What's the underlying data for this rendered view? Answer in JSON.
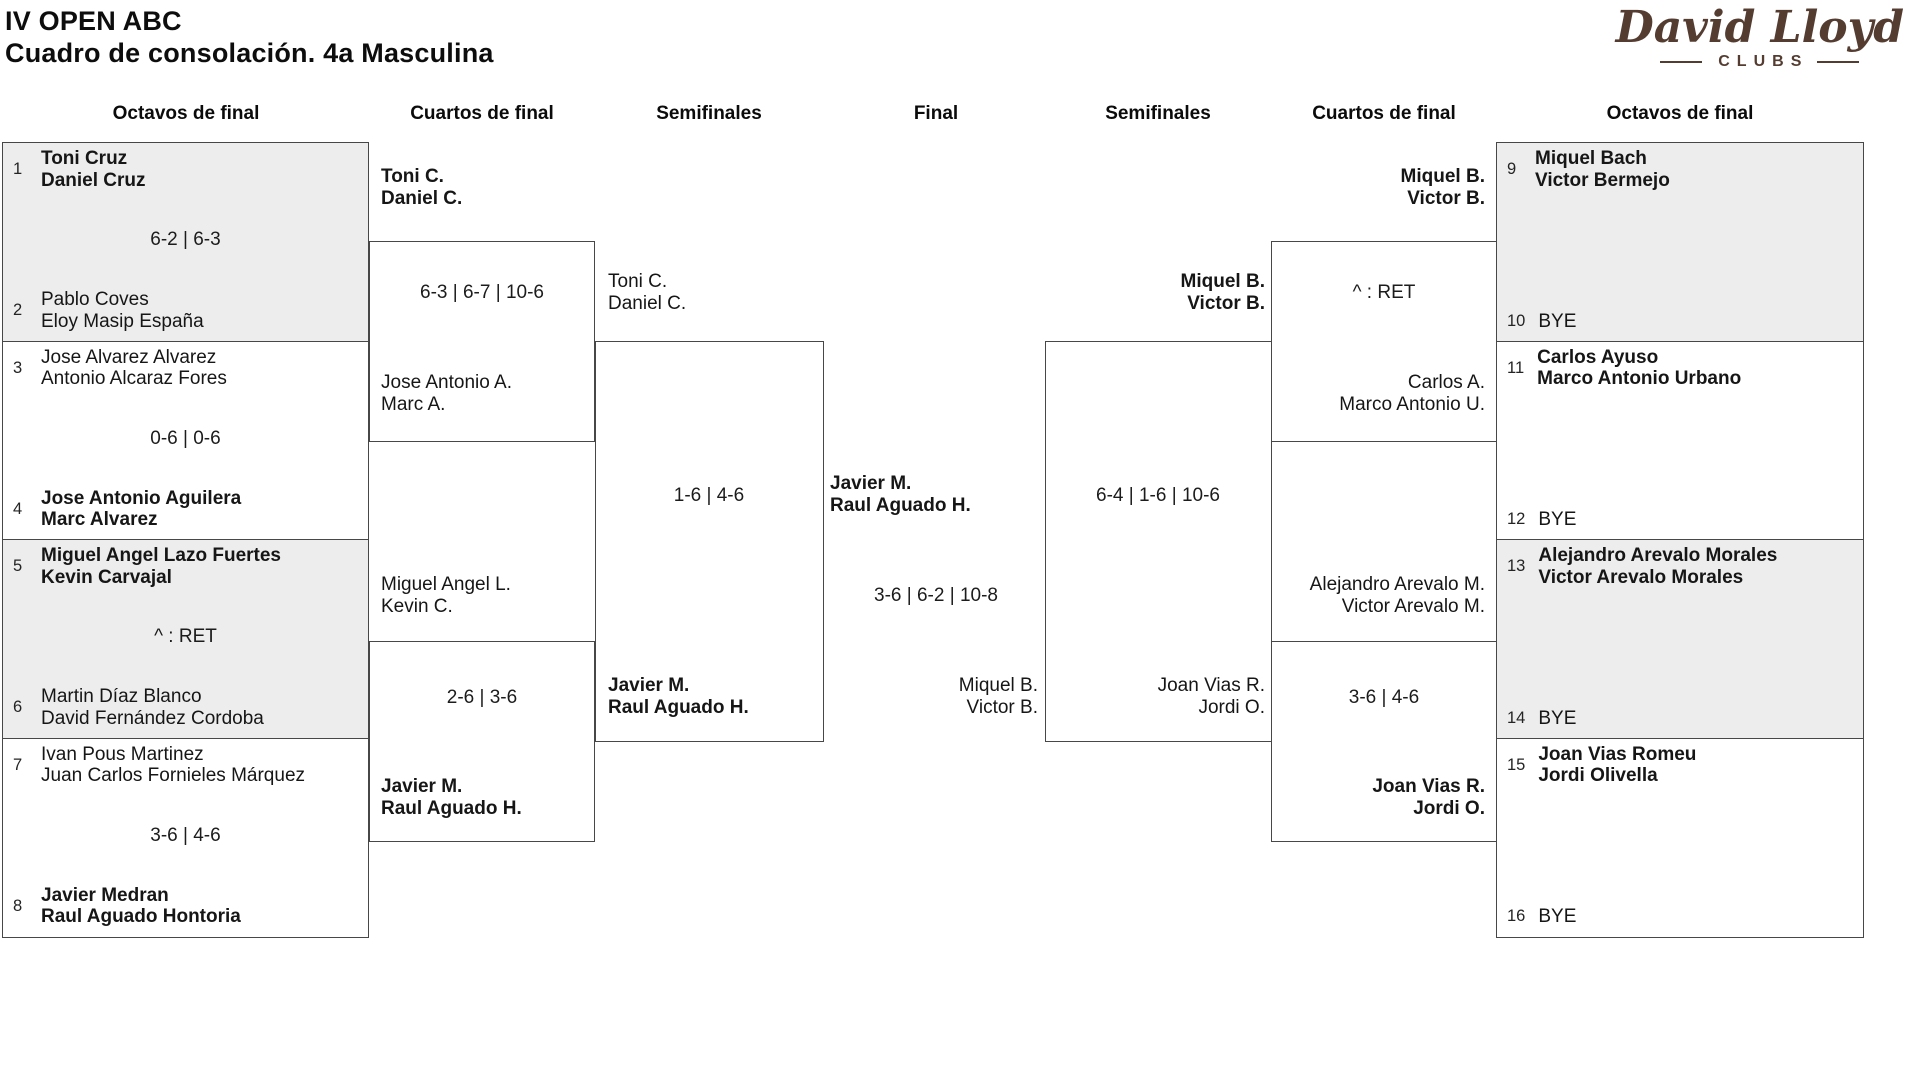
{
  "page": {
    "bg": "#ffffff",
    "shaded_box_color": "#ededed",
    "border_color": "#474747"
  },
  "title": {
    "line1": "IV OPEN ABC",
    "line2": "Cuadro de consolación. 4a Masculina"
  },
  "logo": {
    "brand": "David Lloyd",
    "sub": "CLUBS",
    "color": "#553c31"
  },
  "headers": {
    "r16_left": "Octavos de final",
    "qf_left": "Cuartos de final",
    "sf_left": "Semifinales",
    "final": "Final",
    "sf_right": "Semifinales",
    "qf_right": "Cuartos de final",
    "r16_right": "Octavos de final"
  },
  "bracket": {
    "r16_left": [
      {
        "seed_top": "1",
        "top1": "Toni Cruz",
        "top2": "Daniel Cruz",
        "top_bold": true,
        "score": "6-2 | 6-3",
        "seed_bot": "2",
        "bot1": "Pablo Coves",
        "bot2": "Eloy Masip España",
        "bot_bold": false
      },
      {
        "seed_top": "3",
        "top1": "Jose Alvarez Alvarez",
        "top2": "Antonio Alcaraz Fores",
        "top_bold": false,
        "score": "0-6 | 0-6",
        "seed_bot": "4",
        "bot1": "Jose Antonio Aguilera",
        "bot2": "Marc Alvarez",
        "bot_bold": true
      },
      {
        "seed_top": "5",
        "top1": "Miguel Angel Lazo Fuertes",
        "top2": "Kevin Carvajal",
        "top_bold": true,
        "score": "^ : RET",
        "seed_bot": "6",
        "bot1": "Martin Díaz Blanco",
        "bot2": "David Fernández Cordoba",
        "bot_bold": false
      },
      {
        "seed_top": "7",
        "top1": "Ivan Pous Martinez",
        "top2": "Juan Carlos Fornieles Márquez",
        "top_bold": false,
        "score": "3-6 | 4-6",
        "seed_bot": "8",
        "bot1": "Javier Medran",
        "bot2": "Raul Aguado Hontoria",
        "bot_bold": true
      }
    ],
    "r16_right": [
      {
        "seed_top": "9",
        "top1": "Miquel Bach",
        "top2": "Victor Bermejo",
        "top_bold": true,
        "score": "",
        "seed_bot": "10",
        "bot1": "BYE",
        "bot2": "",
        "bot_bold": false
      },
      {
        "seed_top": "11",
        "top1": "Carlos Ayuso",
        "top2": "Marco Antonio Urbano",
        "top_bold": true,
        "score": "",
        "seed_bot": "12",
        "bot1": "BYE",
        "bot2": "",
        "bot_bold": false
      },
      {
        "seed_top": "13",
        "top1": "Alejandro Arevalo Morales",
        "top2": "Victor Arevalo Morales",
        "top_bold": true,
        "score": "",
        "seed_bot": "14",
        "bot1": "BYE",
        "bot2": "",
        "bot_bold": false
      },
      {
        "seed_top": "15",
        "top1": "Joan Vias Romeu",
        "top2": "Jordi Olivella",
        "top_bold": true,
        "score": "",
        "seed_bot": "16",
        "bot1": "BYE",
        "bot2": "",
        "bot_bold": false
      }
    ],
    "qf_left": [
      {
        "top1": "Toni C.",
        "top2": "Daniel C.",
        "top_bold": true,
        "score": "6-3 | 6-7 | 10-6",
        "bot1": "Jose Antonio A.",
        "bot2": "Marc A.",
        "bot_bold": false
      },
      {
        "top1": "Miguel Angel L.",
        "top2": "Kevin C.",
        "top_bold": false,
        "score": "2-6 | 3-6",
        "bot1": "Javier M.",
        "bot2": "Raul Aguado H.",
        "bot_bold": true
      }
    ],
    "qf_right": [
      {
        "top1": "Miquel B.",
        "top2": "Victor B.",
        "top_bold": true,
        "score": "^ : RET",
        "bot1": "Carlos A.",
        "bot2": "Marco Antonio U.",
        "bot_bold": false
      },
      {
        "top1": "Alejandro Arevalo M.",
        "top2": "Victor Arevalo M.",
        "top_bold": false,
        "score": "3-6 | 4-6",
        "bot1": "Joan Vias R.",
        "bot2": "Jordi O.",
        "bot_bold": true
      }
    ],
    "sf_left": {
      "top1": "Toni C.",
      "top2": "Daniel C.",
      "top_bold": false,
      "score": "1-6 | 4-6",
      "bot1": "Javier M.",
      "bot2": "Raul Aguado H.",
      "bot_bold": true
    },
    "sf_right": {
      "top1": "Miquel B.",
      "top2": "Victor B.",
      "top_bold": true,
      "score": "6-4 | 1-6 | 10-6",
      "bot1": "Joan Vias R.",
      "bot2": "Jordi O.",
      "bot_bold": false
    },
    "final": {
      "top1": "Javier M.",
      "top2": "Raul Aguado H.",
      "top_bold": true,
      "score": "3-6 | 6-2 | 10-8",
      "bot1": "Miquel B.",
      "bot2": "Victor B.",
      "bot_bold": false
    }
  }
}
